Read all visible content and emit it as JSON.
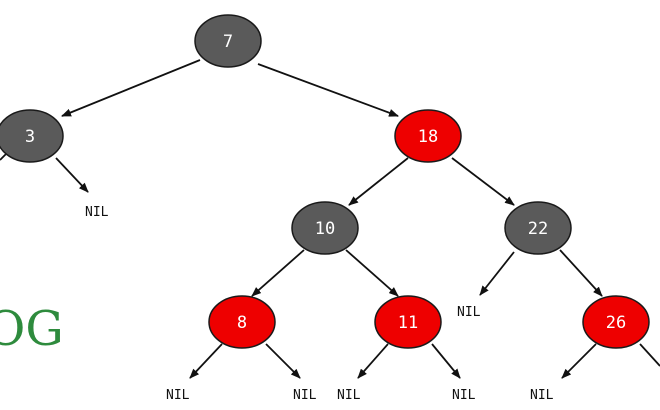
{
  "colors": {
    "black_node": "#5a5a5a",
    "red_node": "#ee0000",
    "node_stroke": "#1a1a1a",
    "edge": "#111111",
    "logo": "#2e8b3d"
  },
  "tree": {
    "nodes": [
      {
        "id": "n7",
        "label": "7",
        "color": "black"
      },
      {
        "id": "n3",
        "label": "3",
        "color": "black"
      },
      {
        "id": "n18",
        "label": "18",
        "color": "red"
      },
      {
        "id": "n10",
        "label": "10",
        "color": "black"
      },
      {
        "id": "n22",
        "label": "22",
        "color": "black"
      },
      {
        "id": "n8",
        "label": "8",
        "color": "red"
      },
      {
        "id": "n11",
        "label": "11",
        "color": "red"
      },
      {
        "id": "n26",
        "label": "26",
        "color": "red"
      }
    ],
    "nil_label": "NIL",
    "edges": [
      [
        "n7",
        "n3"
      ],
      [
        "n7",
        "n18"
      ],
      [
        "n18",
        "n10"
      ],
      [
        "n18",
        "n22"
      ],
      [
        "n10",
        "n8"
      ],
      [
        "n10",
        "n11"
      ],
      [
        "n22",
        "n26"
      ]
    ]
  },
  "logo": {
    "text": "OG",
    "icon": "geeksforgeeks-logo"
  }
}
